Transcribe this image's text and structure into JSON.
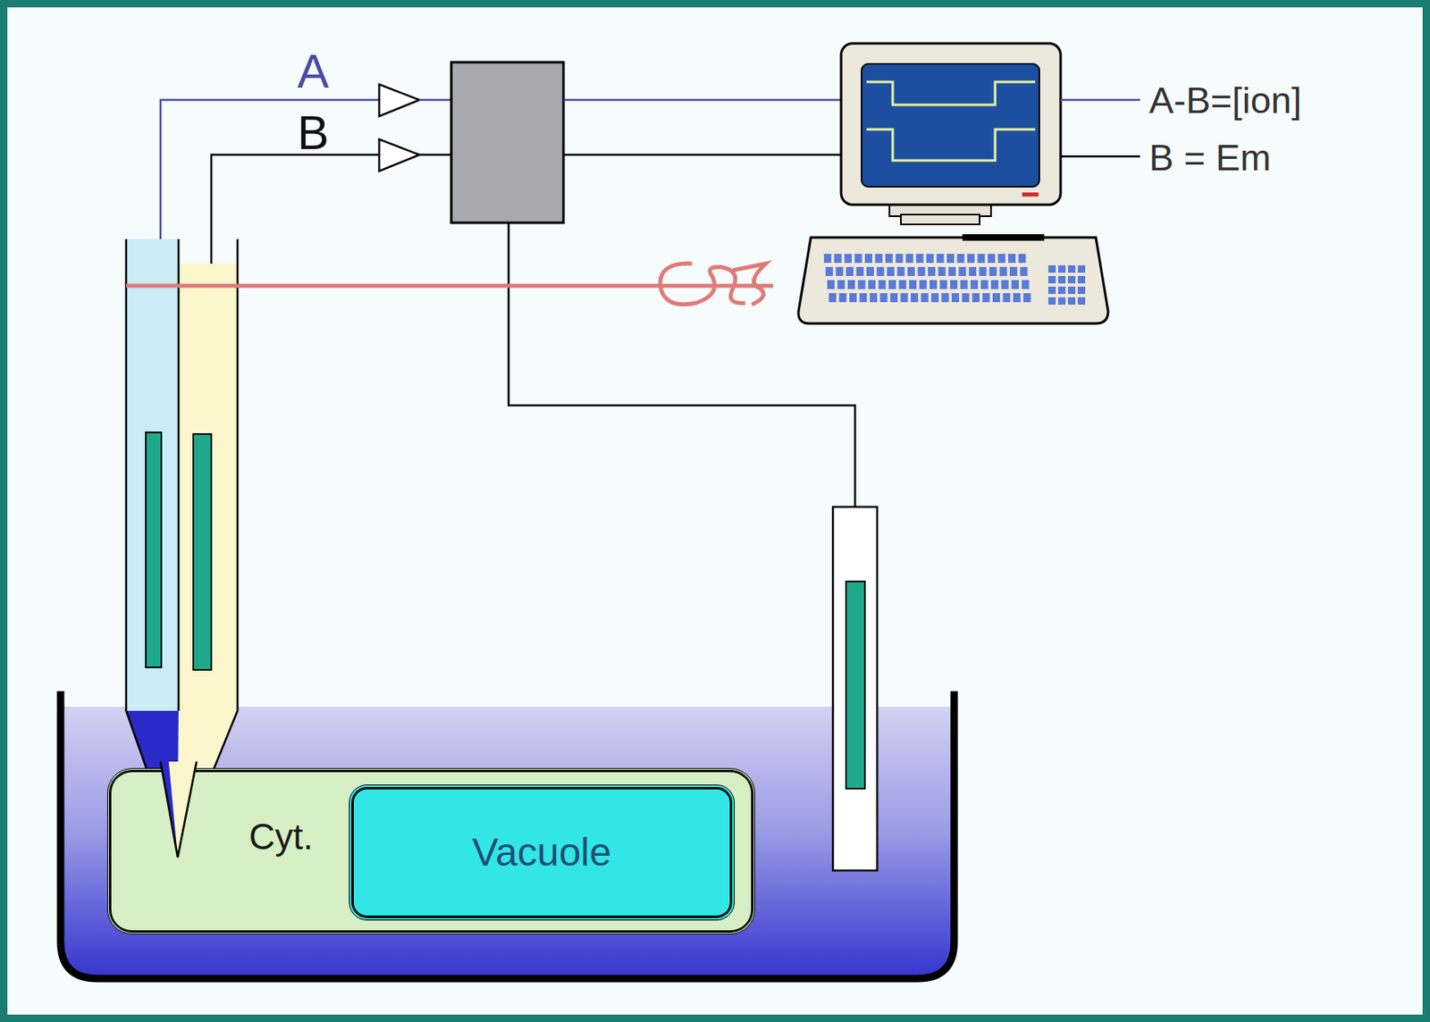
{
  "diagram": {
    "nodes": [
      {
        "text": [
          "Cyt."
        ]
      },
      {
        "text": [
          "Vacuole"
        ],
        "in": 0
      }
    ],
    "labels": [
      "A",
      "B",
      "A-B=[ion]",
      "B = Em"
    ]
  }
}
